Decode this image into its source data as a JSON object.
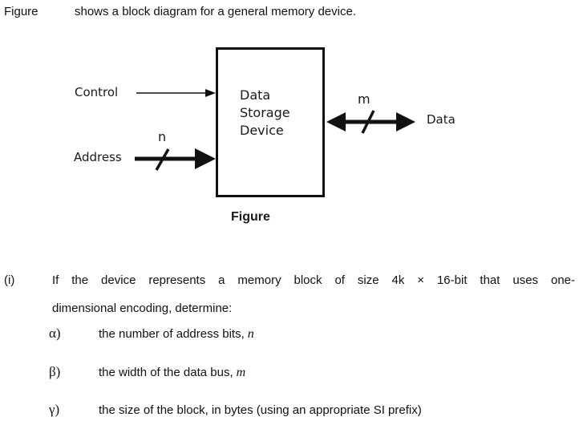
{
  "intro": {
    "figure_word": "Figure",
    "text": "shows a block diagram for a general memory device."
  },
  "diagram": {
    "box_lines": [
      "Data",
      "Storage",
      "Device"
    ],
    "labels": {
      "control": "Control",
      "address": "Address",
      "data": "Data",
      "n": "n",
      "m": "m"
    },
    "caption": "Figure"
  },
  "question": {
    "number": "(i)",
    "line1": "If the device represents a memory block of size 4k × 16-bit that uses one-",
    "line2": "dimensional encoding, determine:",
    "items": [
      {
        "label": "α)",
        "text": "the number of address bits,",
        "var": "n"
      },
      {
        "label": "β)",
        "text": "the width of the data bus,",
        "var": "m"
      },
      {
        "label": "γ)",
        "text": "the size of the block, in bytes (using an appropriate SI prefix)",
        "var": ""
      }
    ]
  },
  "colors": {
    "text": "#1a1a1a",
    "line": "#111111",
    "background": "#ffffff"
  }
}
